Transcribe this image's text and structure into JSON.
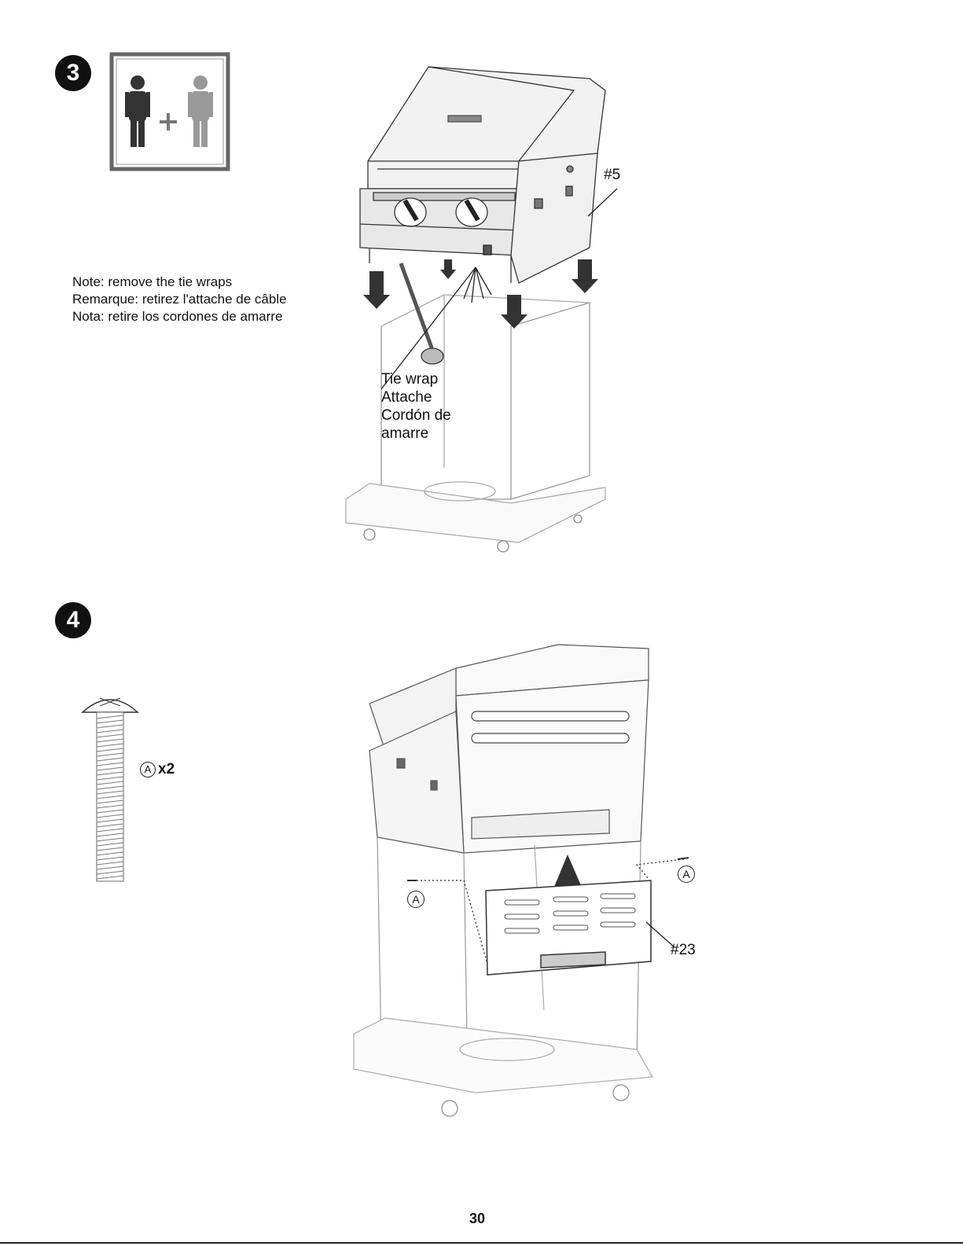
{
  "steps": [
    {
      "number": "3",
      "note_lines": [
        "Note: remove the tie wraps",
        "Remarque: retirez l'attache de câble",
        "Nota: retire los cordones de amarre"
      ],
      "part_callout": "#5",
      "tie_wrap_label": [
        "Tie wrap",
        "Attache",
        "Cordón de",
        "amarre"
      ]
    },
    {
      "number": "4",
      "hardware_callout": "x2",
      "hardware_letter": "A",
      "part_callout": "#23",
      "screw_labels": [
        "A",
        "A"
      ]
    }
  ],
  "page_number": "30",
  "icons": {
    "two_person": "two-person-lift-icon",
    "screw": "screw-icon",
    "arrow": "down-arrow-icon"
  }
}
